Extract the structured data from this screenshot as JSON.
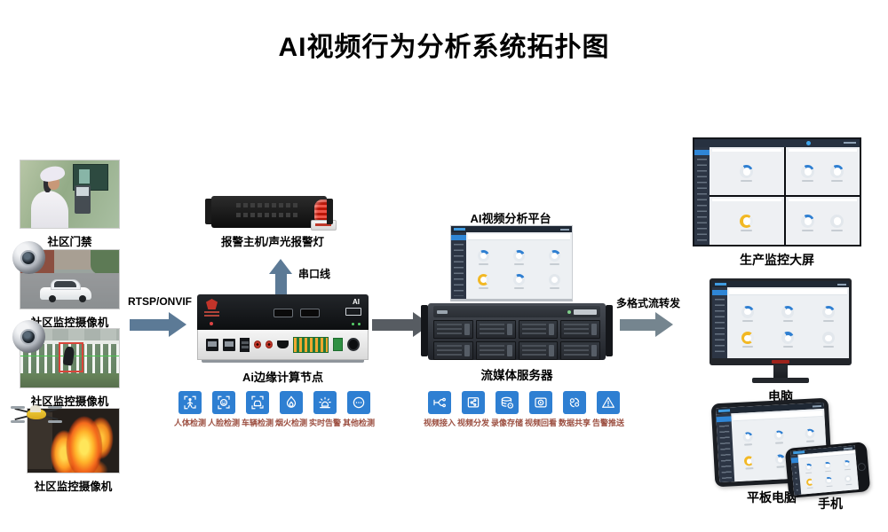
{
  "title": "AI视频行为分析系统拓扑图",
  "sources": [
    {
      "label": "社区门禁"
    },
    {
      "label": "社区监控摄像机"
    },
    {
      "label": "社区监控摄像机"
    },
    {
      "label": "社区监控摄像机"
    }
  ],
  "links": {
    "rtsp": "RTSP/ONVIF",
    "serial": "串口线",
    "multi_format": "多格式流转发"
  },
  "alarm_host": {
    "label": "报警主机/声光报警灯"
  },
  "edge_node": {
    "label": "Ai边缘计算节点",
    "badge": "AI"
  },
  "edge_features": [
    {
      "label": "人体检测",
      "icon": "human-detection-icon"
    },
    {
      "label": "人脸检测",
      "icon": "face-detection-icon"
    },
    {
      "label": "车辆检测",
      "icon": "vehicle-detection-icon"
    },
    {
      "label": "烟火检测",
      "icon": "fire-detection-icon"
    },
    {
      "label": "实时告警",
      "icon": "realtime-alarm-icon"
    },
    {
      "label": "其他检测",
      "icon": "other-detection-icon"
    }
  ],
  "platform": {
    "label": "AI视频分析平台"
  },
  "media_server": {
    "label": "流媒体服务器"
  },
  "server_features": [
    {
      "label": "视频接入",
      "icon": "video-access-icon"
    },
    {
      "label": "视频分发",
      "icon": "video-distribution-icon"
    },
    {
      "label": "录像存储",
      "icon": "recording-storage-icon"
    },
    {
      "label": "视频回看",
      "icon": "video-playback-icon"
    },
    {
      "label": "数据共享",
      "icon": "data-sharing-icon"
    },
    {
      "label": "告警推送",
      "icon": "alarm-push-icon"
    }
  ],
  "outputs": [
    {
      "label": "生产监控大屏"
    },
    {
      "label": "电脑"
    },
    {
      "label": "平板电脑"
    },
    {
      "label": "手机"
    }
  ],
  "colors": {
    "feature_icon_blue": "#2e7fd2",
    "feature_label_red": "#9c4f41",
    "arrow_slate_blue": "#5c7a96",
    "arrow_dark_gray": "#575c62",
    "arrow_light_gray": "#75858f",
    "gauge_blue": "#2f7fd1",
    "gauge_yellow": "#f2b824",
    "alarm_red": "#c0392b"
  }
}
